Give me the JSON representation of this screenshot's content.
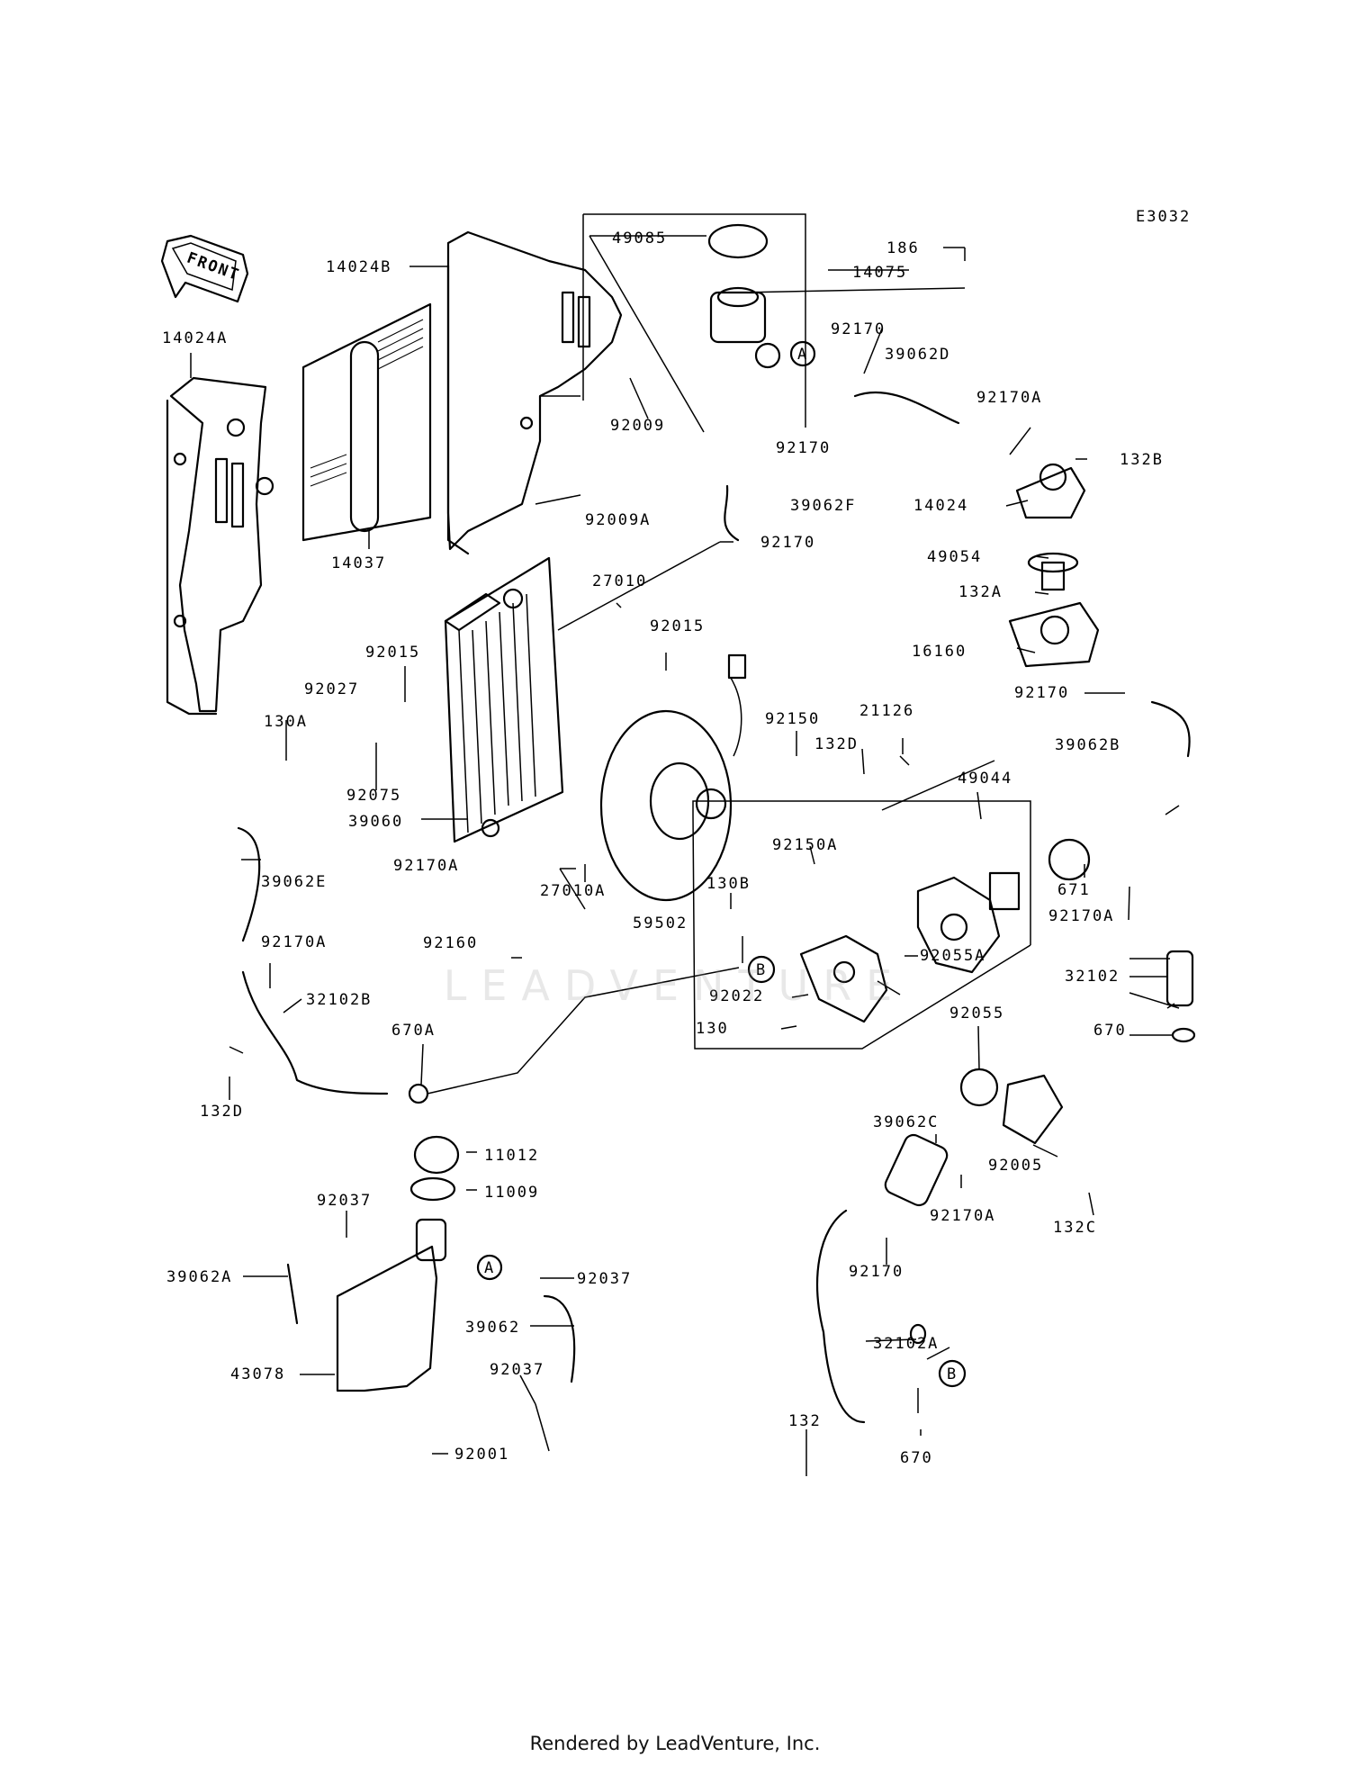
{
  "diagram": {
    "code": "E3032",
    "front_label": "FRONT",
    "callouts": {
      "A": "A",
      "B": "B"
    },
    "parts": {
      "p14024B": "14024B",
      "p49085": "49085",
      "p186": "186",
      "p14075": "14075",
      "p14024A": "14024A",
      "p92170_a": "92170",
      "p39062D": "39062D",
      "p92009": "92009",
      "p92170A_a": "92170A",
      "p92170_b": "92170",
      "p132B": "132B",
      "p92009A": "92009A",
      "p14024": "14024",
      "p39062F": "39062F",
      "p14037": "14037",
      "p92170_c": "92170",
      "p49054": "49054",
      "p27010": "27010",
      "p132A": "132A",
      "p92015_a": "92015",
      "p16160": "16160",
      "p92015_b": "92015",
      "p92027": "92027",
      "p92170_d": "92170",
      "p130A": "130A",
      "p92150": "92150",
      "p21126": "21126",
      "p132D_a": "132D",
      "p39062B": "39062B",
      "p92075": "92075",
      "p49044": "49044",
      "p39060": "39060",
      "p92150A": "92150A",
      "p92170A_b": "92170A",
      "p671": "671",
      "p39062E": "39062E",
      "p27010A": "27010A",
      "p130B": "130B",
      "p92170A_c": "92170A",
      "p59502": "59502",
      "p92170A_d": "92170A",
      "p92160": "92160",
      "p92055A": "92055A",
      "p32102": "32102",
      "p32102B": "32102B",
      "p92022": "92022",
      "p130": "130",
      "p670_a": "670",
      "p670A": "670A",
      "p92055": "92055",
      "p132D_b": "132D",
      "p39062C": "39062C",
      "p11012": "11012",
      "p11009": "11009",
      "p92005": "92005",
      "p92037_a": "92037",
      "p92170A_e": "92170A",
      "p132C": "132C",
      "p92170_e": "92170",
      "p39062A": "39062A",
      "p92037_b": "92037",
      "p39062": "39062",
      "p32102A": "32102A",
      "p43078": "43078",
      "p92037_c": "92037",
      "p132": "132",
      "p670_b": "670",
      "p92001": "92001"
    }
  },
  "watermark": "LEADVENTURE",
  "footer": "Rendered by LeadVenture, Inc."
}
